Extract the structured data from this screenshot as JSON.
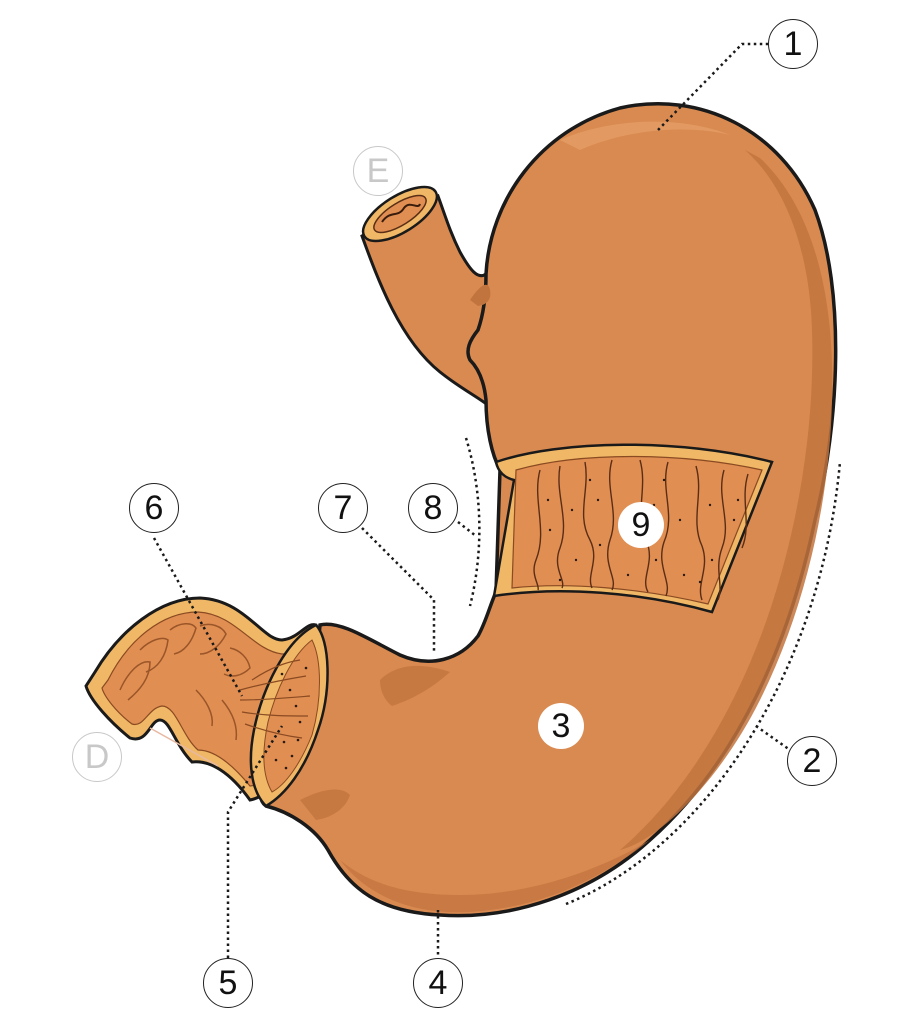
{
  "diagram": {
    "labels": {
      "fundus": "1",
      "greater_curvature": "2",
      "body": "3",
      "antrum": "4",
      "pyloric_canal": "5",
      "pyloric_sphincter": "6",
      "angular_incisure": "7",
      "lesser_curvature": "8",
      "rugae": "9",
      "esophagus": "E",
      "duodenum": "D"
    },
    "colors": {
      "stomach": "#d98a50",
      "shadow": "#c2743e",
      "highlight": "#e29a62",
      "outline": "#1a1a1a",
      "interior": "#e8a562",
      "rim": "#f0b866",
      "badge_faded": "#c8c8c8"
    }
  }
}
